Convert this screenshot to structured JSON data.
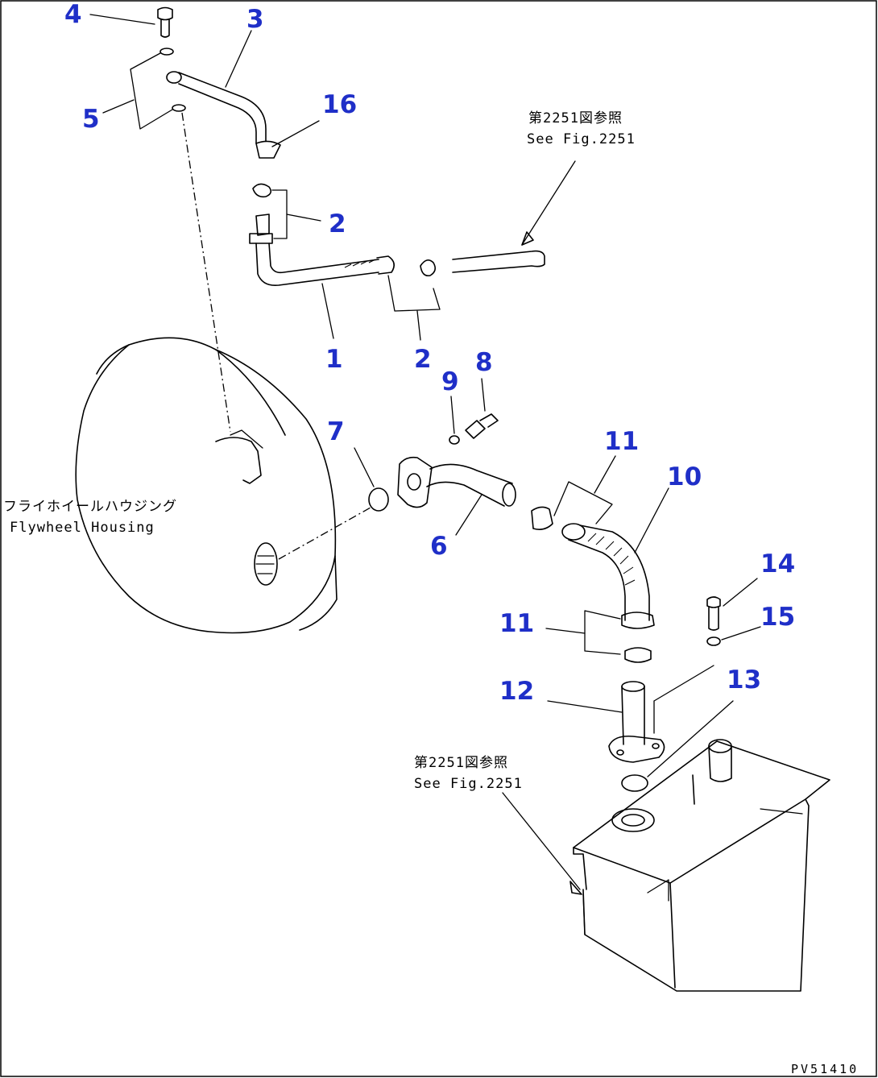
{
  "diagram": {
    "drawing_code": "PV51410",
    "part_numbers": [
      "1",
      "2",
      "2",
      "3",
      "4",
      "5",
      "6",
      "7",
      "8",
      "9",
      "10",
      "11",
      "11",
      "12",
      "13",
      "14",
      "15",
      "16"
    ],
    "part_colors": {
      "callout": "#1f2fc8",
      "line": "#000000"
    },
    "notes": {
      "ref_top_jp": "第2251図参照",
      "ref_top_en": "See Fig.2251",
      "ref_bottom_jp": "第2251図参照",
      "ref_bottom_en": "See Fig.2251",
      "flywheel_jp": "フライホイールハウジング",
      "flywheel_en": "Flywheel Housing"
    }
  }
}
